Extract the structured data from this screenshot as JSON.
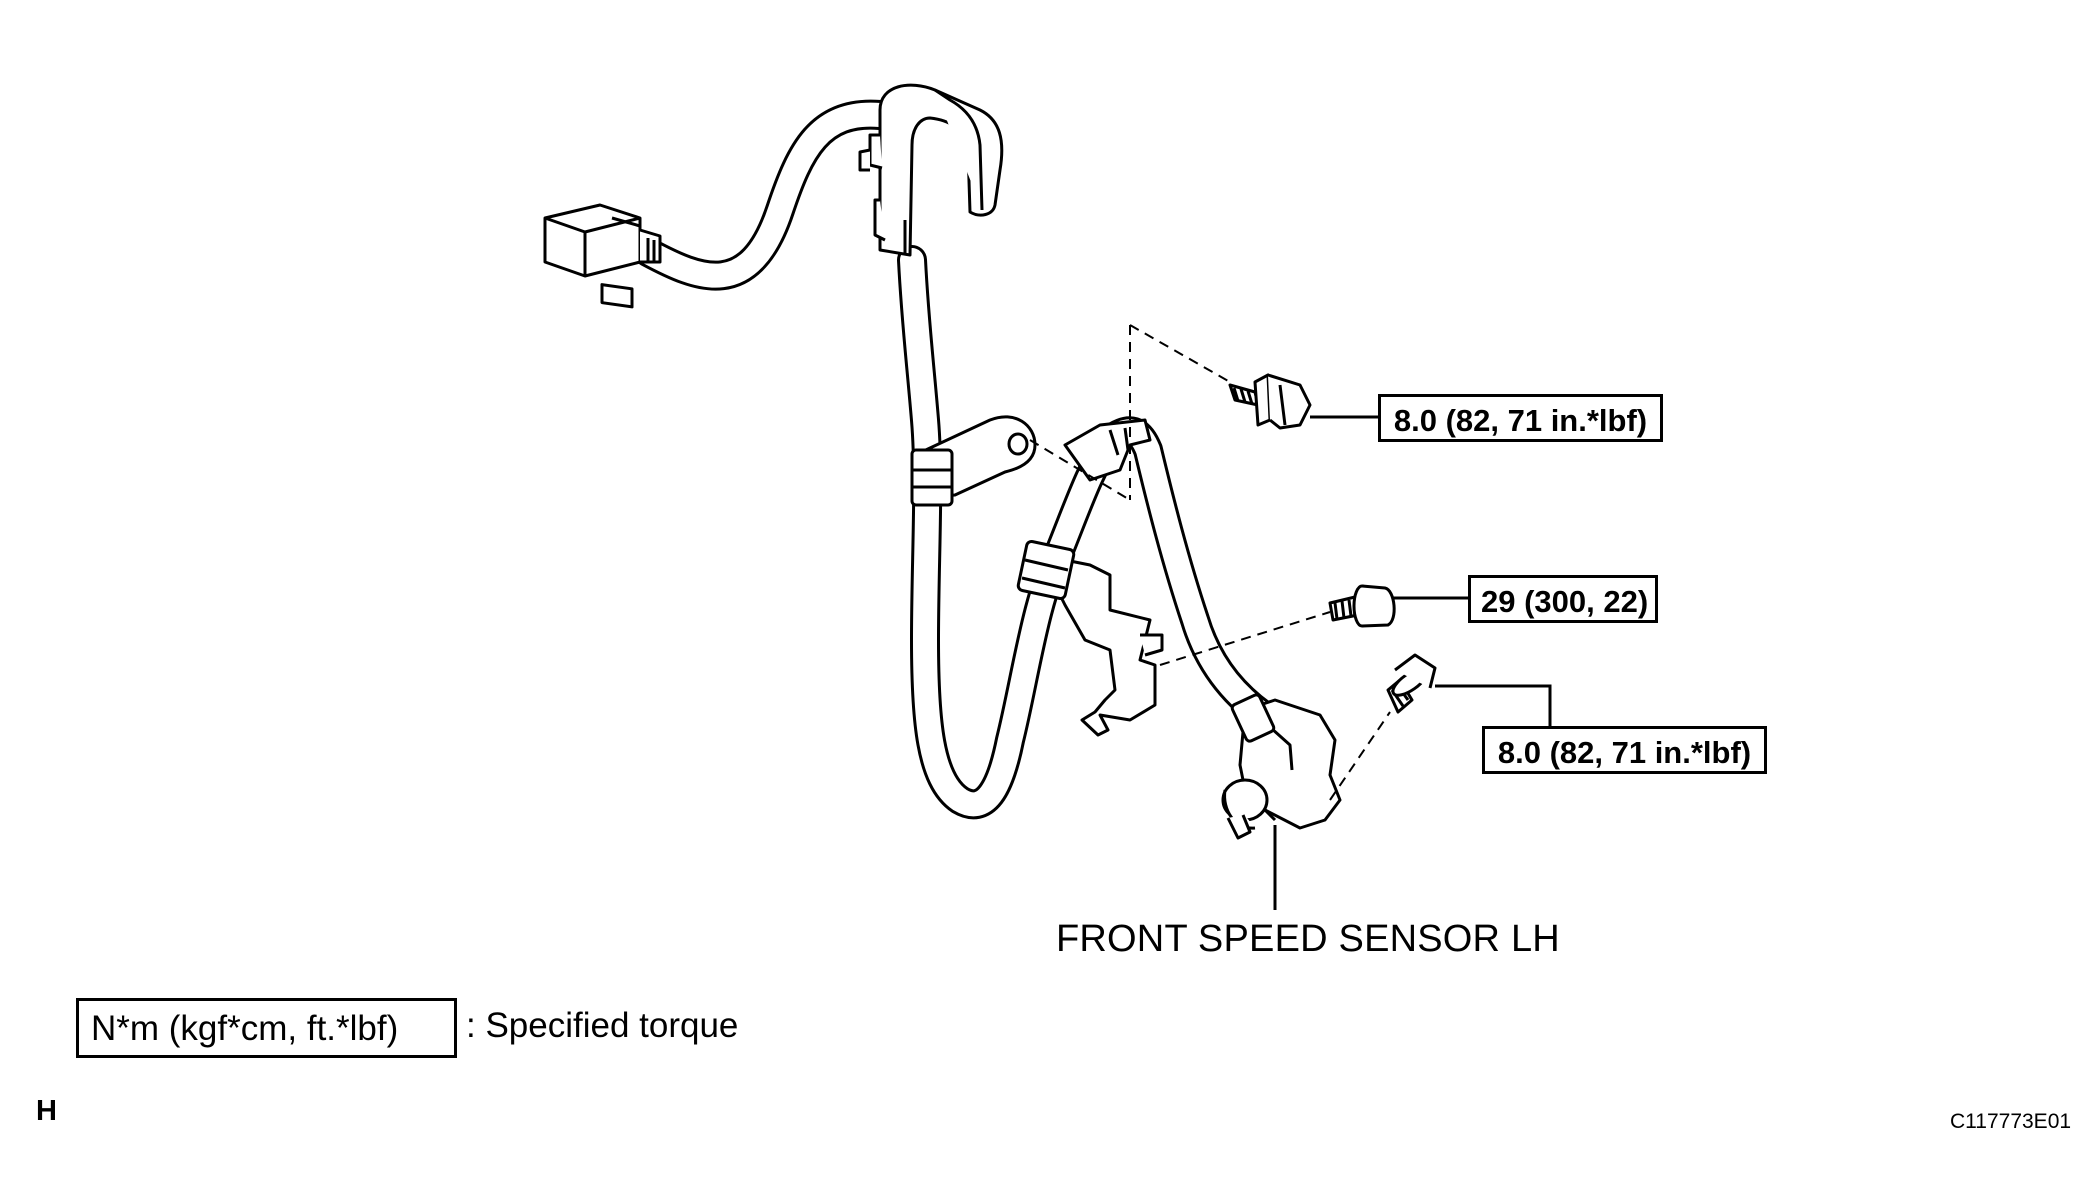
{
  "torque_specs": [
    {
      "label": "8.0 (82, 71 in.*lbf)"
    },
    {
      "label": "29 (300, 22)"
    },
    {
      "label": "8.0 (82, 71 in.*lbf)"
    }
  ],
  "part_label": "FRONT SPEED SENSOR LH",
  "legend": {
    "unit_box": "N*m (kgf*cm, ft.*lbf)",
    "description": ": Specified torque"
  },
  "section_letter": "H",
  "figure_code": "C117773E01"
}
